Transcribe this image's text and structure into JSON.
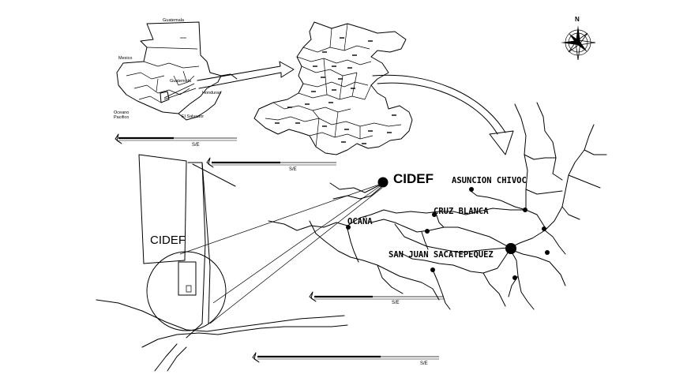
{
  "inset_map": {
    "labels": {
      "guatemala": "Guatemala",
      "mexico": "Mexico",
      "guatemala_city": "Guatemala",
      "honduras": "Honduras",
      "oceano_line1": "Oceano",
      "oceano_line2": "Pacifico",
      "el_salvador": "El Salvador"
    },
    "scale_label": "S/E"
  },
  "department_map": {
    "scale_label": "S/E"
  },
  "location_map": {
    "places": {
      "cidef": "CIDEF",
      "asuncion_chivoc": "ASUNCION CHIVOC",
      "cruz_blanca": "CRUZ BLANCA",
      "ocana": "OCAÑA",
      "san_juan": "SAN JUAN SACATEPEQUEZ"
    },
    "scale_label": "S/E"
  },
  "site_plan": {
    "label": "CIDEF",
    "scale_label": "S/E"
  },
  "compass": {
    "north_label": "N",
    "icon": "compass-rose-icon"
  }
}
